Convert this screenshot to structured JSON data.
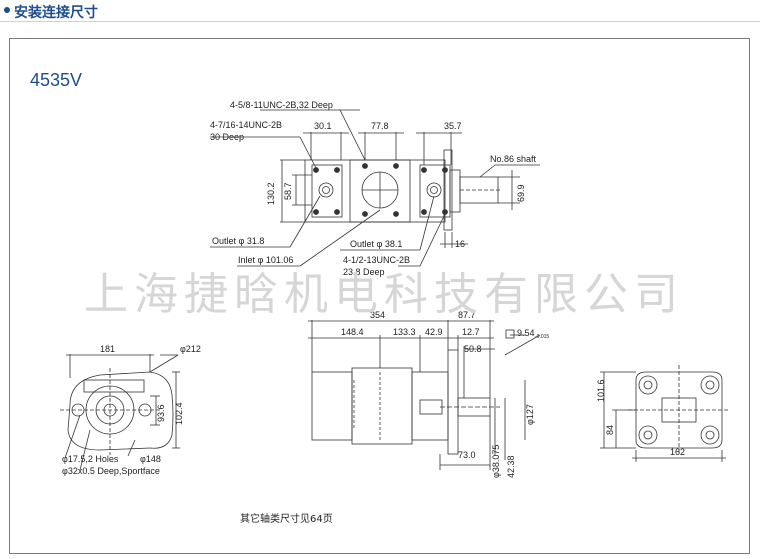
{
  "header": {
    "title": "安装连接尺寸"
  },
  "model": "4535V",
  "watermark": "上海捷晗机电科技有限公司",
  "footer_note": "其它轴类尺寸见64页",
  "top_view": {
    "note_ports_a": "4-5/8-11UNC-2B,32 Deep",
    "note_ports_b1": "4-7/16-14UNC-2B",
    "note_ports_b2": "30 Deep",
    "dim_30_1": "30.1",
    "dim_77_8": "77.8",
    "dim_35_7": "35.7",
    "shaft_note": "No.86 shaft",
    "dim_130_2": "130.2",
    "dim_58_7": "58.7",
    "dim_69_9": "69.9",
    "outlet_31_8": "Outlet φ 31.8",
    "outlet_38_1": "Outlet φ 38.1",
    "inlet_101_06": "Inlet φ 101.06",
    "dim_16": "16",
    "note_ports_c1": "4-1/2-13UNC-2B",
    "note_ports_c2": "23.8 Deep"
  },
  "front_view": {
    "dim_354": "354",
    "dim_87_7": "87.7",
    "dim_148_4": "148.4",
    "dim_133_3": "133.3",
    "dim_42_9": "42.9",
    "dim_12_7": "12.7",
    "dim_9_54": "9.54",
    "dim_9_54_tol": "-0.015",
    "dim_50_8": "50.8",
    "dim_73_0": "73.0",
    "dim_38_075": "φ38.075",
    "dim_42_38": "42.38",
    "dim_127": "φ127"
  },
  "left_view": {
    "dim_181": "181",
    "dim_212": "φ212",
    "dim_93_6": "93.6",
    "dim_102_4": "102.4",
    "holes": "φ17.5,2 Holes",
    "dim_148": "φ148",
    "spotface": "φ32x0.5 Deep,Sportface"
  },
  "right_view": {
    "dim_101_6": "101.6",
    "dim_84": "84",
    "dim_162": "162"
  }
}
